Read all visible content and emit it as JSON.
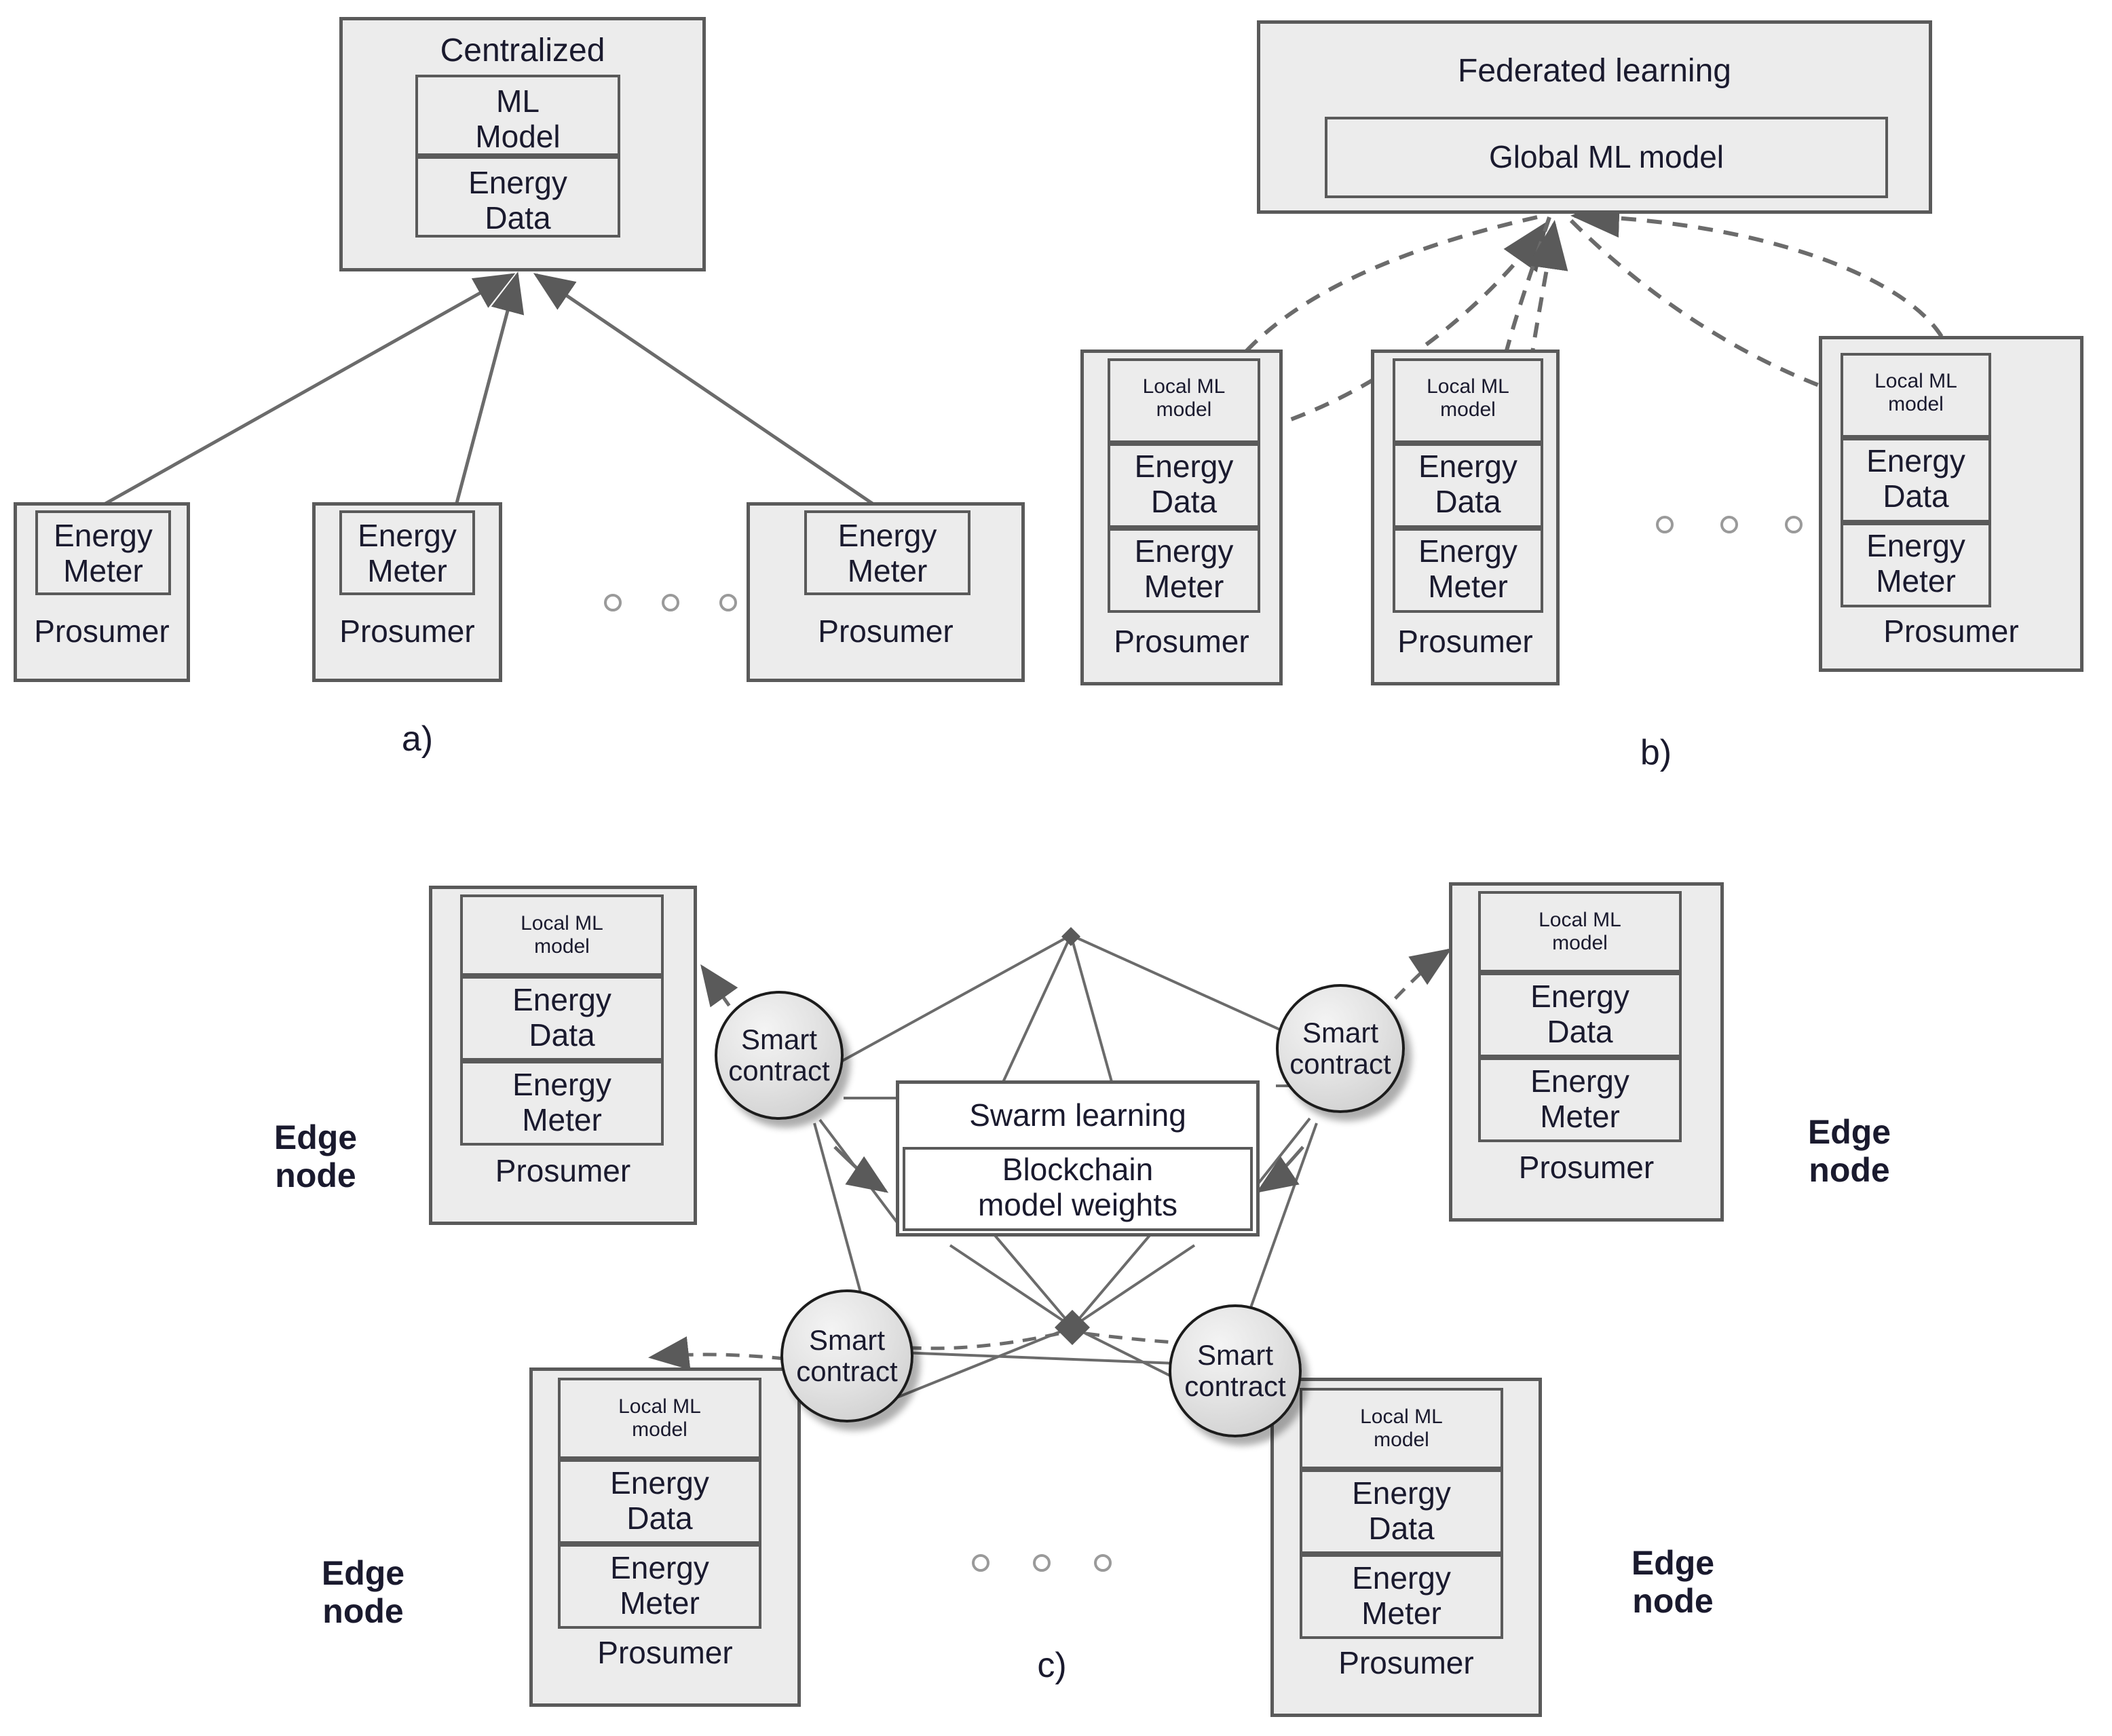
{
  "figure": {
    "panels": [
      {
        "id": "a",
        "caption": "a)",
        "server": {
          "title": "Centralized",
          "rows": [
            "ML\nModel",
            "Energy\nData"
          ]
        },
        "nodes": [
          {
            "meter": "Energy\nMeter",
            "label": "Prosumer"
          },
          {
            "meter": "Energy\nMeter",
            "label": "Prosumer"
          },
          {
            "meter": "Energy\nMeter",
            "label": "Prosumer"
          }
        ],
        "ellipsis": "o o o"
      },
      {
        "id": "b",
        "caption": "b)",
        "server": {
          "title": "Federated learning",
          "rows": [
            "Global ML model"
          ]
        },
        "nodes": [
          {
            "model": "Local ML\nmodel",
            "data": "Energy\nData",
            "meter": "Energy\nMeter",
            "label": "Prosumer"
          },
          {
            "model": "Local ML\nmodel",
            "data": "Energy\nData",
            "meter": "Energy\nMeter",
            "label": "Prosumer"
          },
          {
            "model": "Local ML\nmodel",
            "data": "Energy\nData",
            "meter": "Energy\nMeter",
            "label": "Prosumer"
          }
        ],
        "ellipsis": "o o o"
      },
      {
        "id": "c",
        "caption": "c)",
        "center": {
          "title": "Swarm learning",
          "inner": "Blockchain\nmodel weights"
        },
        "contracts": [
          {
            "label": "Smart\ncontract"
          },
          {
            "label": "Smart\ncontract"
          },
          {
            "label": "Smart\ncontract"
          },
          {
            "label": "Smart\ncontract"
          }
        ],
        "nodes": [
          {
            "model": "Local ML\nmodel",
            "data": "Energy\nData",
            "meter": "Energy\nMeter",
            "label": "Prosumer",
            "edge": "Edge\nnode"
          },
          {
            "model": "Local ML\nmodel",
            "data": "Energy\nData",
            "meter": "Energy\nMeter",
            "label": "Prosumer",
            "edge": "Edge\nnode"
          },
          {
            "model": "Local ML\nmodel",
            "data": "Energy\nData",
            "meter": "Energy\nMeter",
            "label": "Prosumer",
            "edge": "Edge\nnode"
          },
          {
            "model": "Local ML\nmodel",
            "data": "Energy\nData",
            "meter": "Energy\nMeter",
            "label": "Prosumer",
            "edge": "Edge\nnode"
          }
        ],
        "ellipsis": "o o o"
      }
    ]
  },
  "colors": {
    "box_fill": "#ececec",
    "box_stroke": "#5a5a5a",
    "line": "#6b6b6b",
    "text": "#1a1a2e",
    "circle_stroke": "#1c1c1c"
  }
}
